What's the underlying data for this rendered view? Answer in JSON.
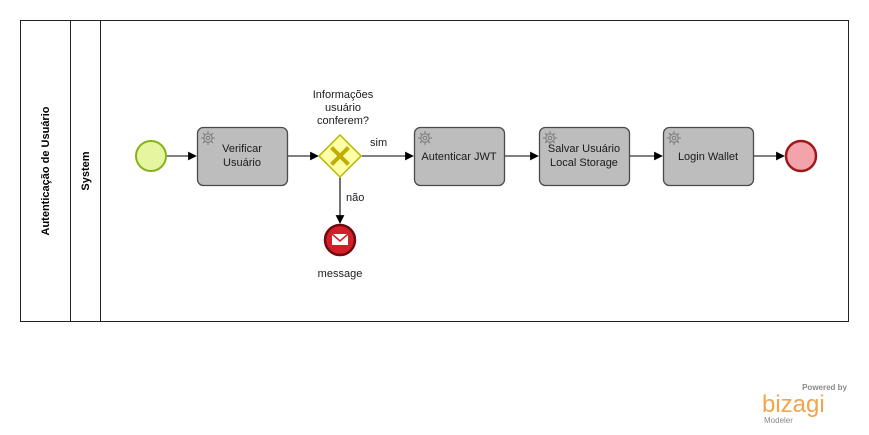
{
  "pool": {
    "label": "Autenticação de Usuário"
  },
  "lane": {
    "label": "System"
  },
  "tasks": [
    {
      "id": "verify",
      "lines": [
        "Verificar",
        "Usuário"
      ]
    },
    {
      "id": "jwt",
      "lines": [
        "Autenticar JWT"
      ]
    },
    {
      "id": "save",
      "lines": [
        "Salvar Usuário",
        "Local Storage"
      ]
    },
    {
      "id": "login",
      "lines": [
        "Login Wallet"
      ]
    }
  ],
  "gateway": {
    "question_lines": [
      "Informações",
      "usuário",
      "conferem?"
    ],
    "yes_label": "sim",
    "no_label": "não"
  },
  "message_event": {
    "label": "message"
  },
  "colors": {
    "start_fill": "#e6f5a0",
    "start_stroke": "#86b21a",
    "end_fill": "#f2a4aa",
    "end_stroke": "#a01818",
    "gateway_fill": "#ffffa8",
    "gateway_stroke": "#b8b800",
    "gateway_x": "#bfae00",
    "message_fill": "#d21f2a",
    "message_stroke": "#6e0a10"
  },
  "branding": {
    "powered_by": "Powered by",
    "brand": "bizagi",
    "product": "Modeler"
  }
}
